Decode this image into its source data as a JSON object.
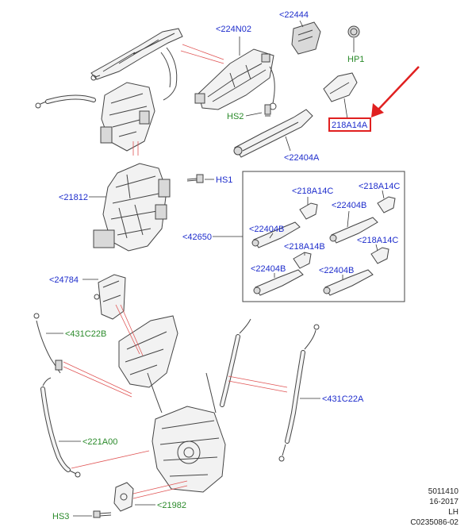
{
  "labels": {
    "p224N02": "<224N02",
    "p22444": "<22444",
    "hp1": "HP1",
    "hs2": "HS2",
    "p218A14A": "218A14A",
    "p22404A": "<22404A",
    "hs1": "HS1",
    "p21812": "<21812",
    "p42650": "<42650",
    "p218A14C_a": "<218A14C",
    "p218A14C_b": "<218A14C",
    "p218A14C_c": "<218A14C",
    "p22404B_a": "<22404B",
    "p22404B_b": "<22404B",
    "p22404B_c": "<22404B",
    "p22404B_d": "<22404B",
    "p218A14B": "<218A14B",
    "p24784": "<24784",
    "p431C22B": "<431C22B",
    "p431C22A": "<431C22A",
    "p221A00": "<221A00",
    "p21982": "<21982",
    "hs3": "HS3"
  },
  "footer": {
    "line1": "5011410",
    "line2": "16-2017",
    "line3": "LH",
    "line4": "C0235086-02"
  },
  "colors": {
    "label_blue": "#1e2dcc",
    "label_green": "#2a8a2a",
    "highlight_red": "#e02020",
    "arrow_red": "#e02020",
    "leader_red": "#e05555"
  }
}
